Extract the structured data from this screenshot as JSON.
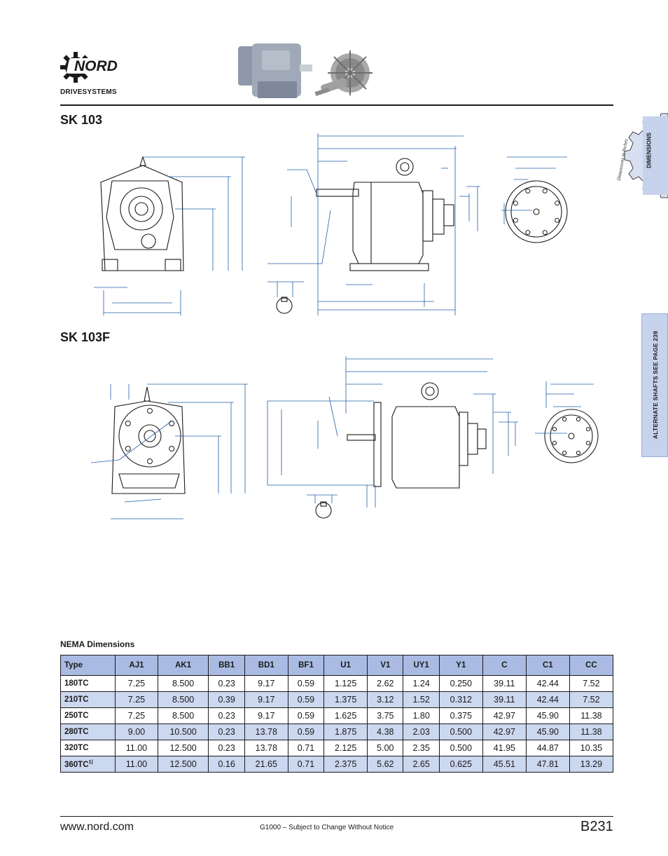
{
  "header": {
    "brand": "NORD",
    "brand_sub": "DRIVESYSTEMS"
  },
  "tabs": {
    "dimensions": "DIMENSIONS",
    "dimensions_note": "Dimensions in Inches",
    "alternate_shafts": "ALTERNATE SHAFTS SEE PAGE 239"
  },
  "sections": {
    "sk103": "SK 103",
    "sk103f": "SK 103F"
  },
  "table": {
    "caption": "NEMA Dimensions",
    "columns": [
      "Type",
      "AJ1",
      "AK1",
      "BB1",
      "BD1",
      "BF1",
      "U1",
      "V1",
      "UY1",
      "Y1",
      "C",
      "C1",
      "CC"
    ],
    "rows": [
      {
        "type": "180TC",
        "note": "",
        "values": [
          "7.25",
          "8.500",
          "0.23",
          "9.17",
          "0.59",
          "1.125",
          "2.62",
          "1.24",
          "0.250",
          "39.11",
          "42.44",
          "7.52"
        ]
      },
      {
        "type": "210TC",
        "note": "",
        "values": [
          "7.25",
          "8.500",
          "0.39",
          "9.17",
          "0.59",
          "1.375",
          "3.12",
          "1.52",
          "0.312",
          "39.11",
          "42.44",
          "7.52"
        ]
      },
      {
        "type": "250TC",
        "note": "",
        "values": [
          "7.25",
          "8.500",
          "0.23",
          "9.17",
          "0.59",
          "1.625",
          "3.75",
          "1.80",
          "0.375",
          "42.97",
          "45.90",
          "11.38"
        ]
      },
      {
        "type": "280TC",
        "note": "",
        "values": [
          "9.00",
          "10.500",
          "0.23",
          "13.78",
          "0.59",
          "1.875",
          "4.38",
          "2.03",
          "0.500",
          "42.97",
          "45.90",
          "11.38"
        ]
      },
      {
        "type": "320TC",
        "note": "",
        "values": [
          "11.00",
          "12.500",
          "0.23",
          "13.78",
          "0.71",
          "2.125",
          "5.00",
          "2.35",
          "0.500",
          "41.95",
          "44.87",
          "10.35"
        ]
      },
      {
        "type": "360TC",
        "note": "1)",
        "values": [
          "11.00",
          "12.500",
          "0.16",
          "21.65",
          "0.71",
          "2.375",
          "5.62",
          "2.65",
          "0.625",
          "45.51",
          "47.81",
          "13.29"
        ]
      }
    ]
  },
  "footer": {
    "url": "www.nord.com",
    "note": "G1000 – Subject to Change Without Notice",
    "page": "B231"
  },
  "colors": {
    "dimension_line": "#1f5fa8",
    "header_row": "#a9bbe3",
    "alt_row": "#ccd7f0",
    "tab": "#c7d3ec"
  }
}
